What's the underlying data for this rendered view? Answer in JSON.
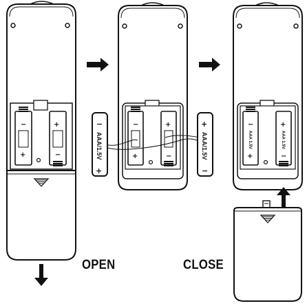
{
  "steps": {
    "open_label": "OPEN",
    "close_label": "CLOSE"
  },
  "battery": {
    "label": "AAA/1.5V",
    "slot_label": "AAA 1.5V",
    "plus": "+",
    "minus": "−"
  },
  "colors": {
    "line": "#111111",
    "fill": "#ffffff"
  },
  "icons": {
    "right_arrow": "right-arrow-icon",
    "down_arrow": "down-arrow-icon",
    "up_arrow": "up-arrow-icon",
    "ribbed_triangle": "ribbed-triangle-icon"
  }
}
